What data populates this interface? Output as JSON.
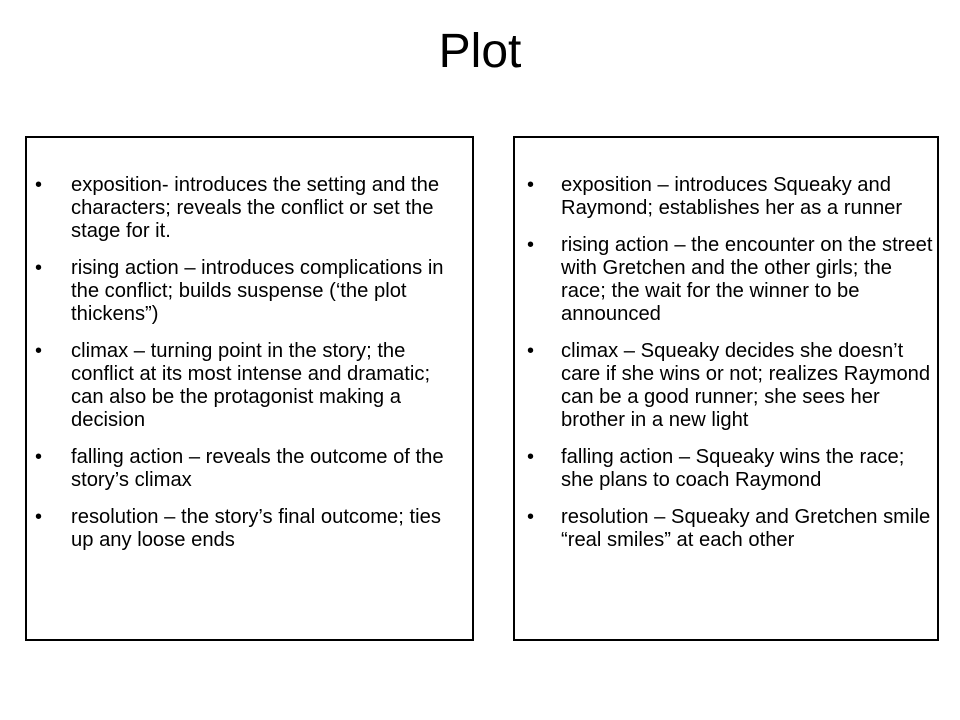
{
  "slide": {
    "title": "Plot",
    "bullet_glyph": "•",
    "left_panel": {
      "items": [
        "exposition- introduces the setting and the characters;  reveals the conflict or set the stage for it.",
        "rising action – introduces complications in the conflict; builds suspense (‘the plot thickens”)",
        "climax – turning point in the story; the conflict at its most intense and dramatic; can also be the protagonist making a decision",
        "falling action – reveals the outcome of the story’s climax",
        "resolution – the story’s final outcome; ties up any loose ends"
      ]
    },
    "right_panel": {
      "items": [
        "exposition – introduces Squeaky and Raymond; establishes her as a runner",
        "rising action – the encounter on the street with Gretchen and the other girls; the race; the wait for the winner to be announced",
        "climax – Squeaky decides she doesn’t care if she wins or not; realizes Raymond can be a good runner; she sees her brother in a new light",
        "falling action – Squeaky wins the race; she plans to coach Raymond",
        "resolution – Squeaky and Gretchen smile “real smiles” at each other"
      ]
    }
  }
}
